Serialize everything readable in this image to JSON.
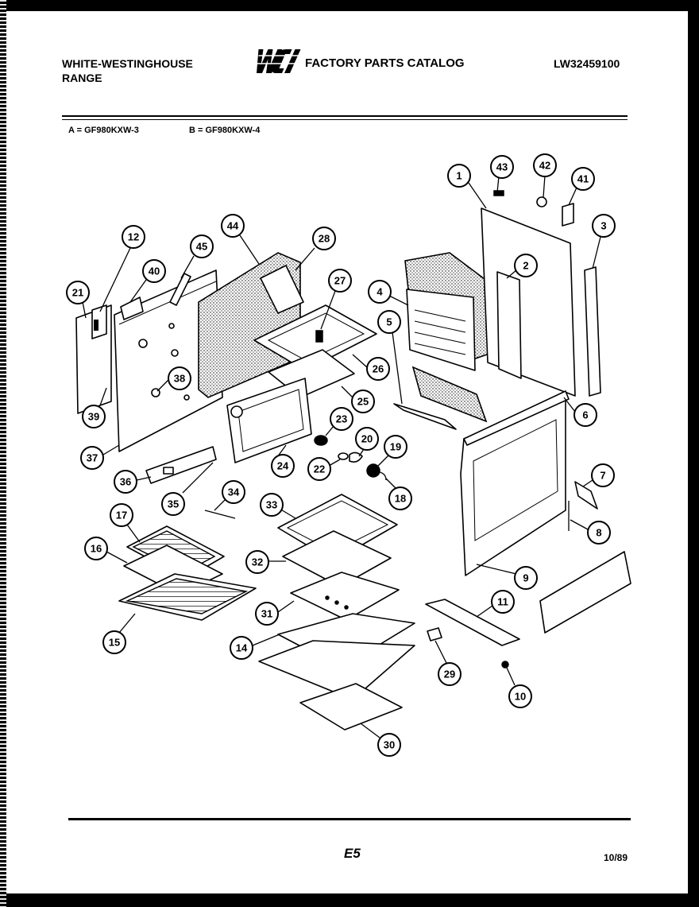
{
  "header": {
    "brand_line1": "WHITE-WESTINGHOUSE",
    "brand_line2": "RANGE",
    "logo_text": "WCI",
    "catalog_title": "FACTORY PARTS CATALOG",
    "catalog_number": "LW32459100"
  },
  "models": {
    "a": "A = GF980KXW-3",
    "b": "B = GF980KXW-4"
  },
  "footer": {
    "page_code": "E5",
    "date_code": "10/89"
  },
  "callouts": [
    "1",
    "2",
    "3",
    "4",
    "5",
    "6",
    "7",
    "8",
    "9",
    "10",
    "11",
    "12",
    "14",
    "15",
    "16",
    "17",
    "18",
    "19",
    "20",
    "21",
    "22",
    "23",
    "24",
    "25",
    "26",
    "27",
    "28",
    "29",
    "30",
    "31",
    "32",
    "33",
    "34",
    "35",
    "36",
    "37",
    "38",
    "39",
    "40",
    "41",
    "42",
    "43",
    "44",
    "45",
    "26",
    "38"
  ]
}
